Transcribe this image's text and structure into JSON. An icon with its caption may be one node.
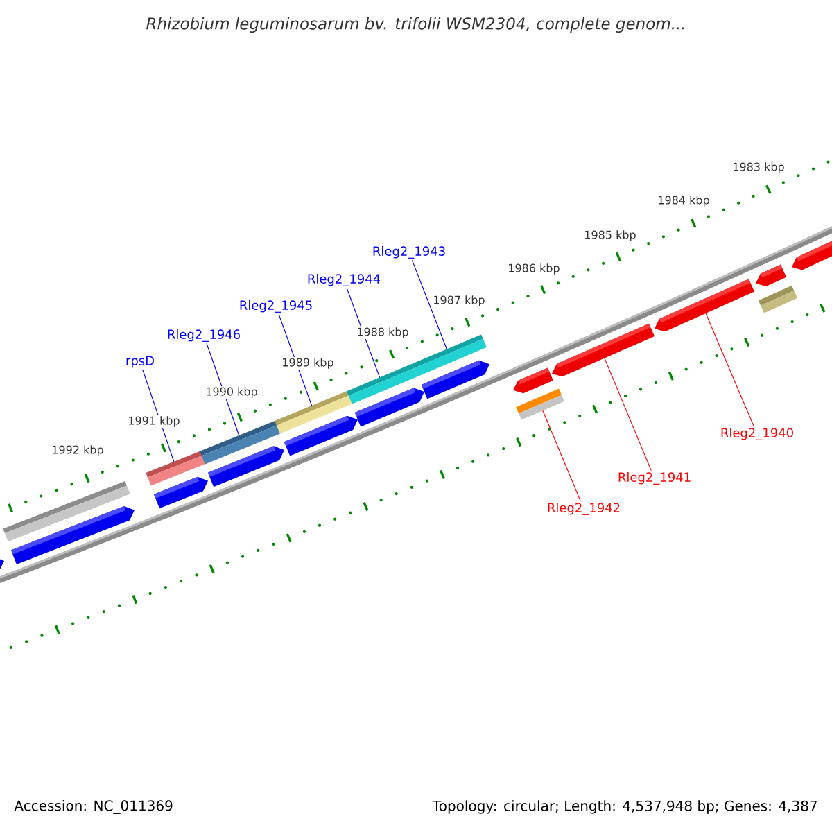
{
  "diagram": {
    "title": "Rhizobium leguminosarum bv. trifolii WSM2304, complete genom...",
    "nodes": [
      {
        "text": [
          "Rleg2_1943"
        ]
      },
      {
        "text": [
          "Rleg2_1944"
        ]
      },
      {
        "text": [
          "Rleg2_1945"
        ]
      },
      {
        "text": [
          "Rleg2_1946"
        ]
      },
      {
        "text": [
          "rpsD"
        ]
      },
      {
        "text": [
          "Rleg2_1940"
        ]
      },
      {
        "text": [
          "Rleg2_1941"
        ]
      },
      {
        "text": [
          "Rleg2_1942"
        ]
      },
      {
        "text": [],
        "shape": "arrow"
      },
      {
        "text": [],
        "shape": "bar"
      },
      {
        "text": [],
        "shape": "arrow"
      },
      {
        "text": [],
        "shape": "bar"
      },
      {
        "text": [],
        "shape": "arrow"
      },
      {
        "text": [],
        "shape": "bar"
      },
      {
        "text": [],
        "shape": "arrow"
      },
      {
        "text": [],
        "shape": "bar"
      },
      {
        "text": [],
        "shape": "arrow"
      },
      {
        "text": [],
        "shape": "bar"
      },
      {
        "text": [],
        "shape": "arrow"
      },
      {
        "text": [],
        "shape": "bar"
      },
      {
        "text": [],
        "shape": "arrow"
      },
      {
        "text": [],
        "shape": "arrow"
      },
      {
        "text": [],
        "shape": "bar"
      },
      {
        "text": [],
        "shape": "arrow"
      },
      {
        "text": [],
        "shape": "arrow"
      },
      {
        "text": [],
        "shape": "arrow"
      },
      {
        "text": [],
        "shape": "bar"
      },
      {
        "text": [],
        "shape": "arrow"
      }
    ],
    "edges": [
      {
        "from": 0,
        "to": 19,
        "arrow": "none"
      },
      {
        "from": 1,
        "to": 17,
        "arrow": "none"
      },
      {
        "from": 2,
        "to": 15,
        "arrow": "none"
      },
      {
        "from": 3,
        "to": 13,
        "arrow": "none"
      },
      {
        "from": 4,
        "to": 11,
        "arrow": "none"
      },
      {
        "from": 5,
        "to": 24,
        "arrow": "none",
        "color": "#ff0000"
      },
      {
        "from": 6,
        "to": 23,
        "arrow": "none",
        "color": "#ff0000"
      },
      {
        "from": 7,
        "to": 22,
        "arrow": "none",
        "color": "#ff0000"
      }
    ],
    "labels": [
      "1983 kbp",
      "1984 kbp",
      "1985 kbp",
      "1986 kbp",
      "1987 kbp",
      "1988 kbp",
      "1989 kbp",
      "1990 kbp",
      "1991 kbp",
      "1992 kbp",
      "Accession: NC_011369",
      "Topology: circular; Length: 4,537,948 bp; Genes: 4,387"
    ]
  }
}
